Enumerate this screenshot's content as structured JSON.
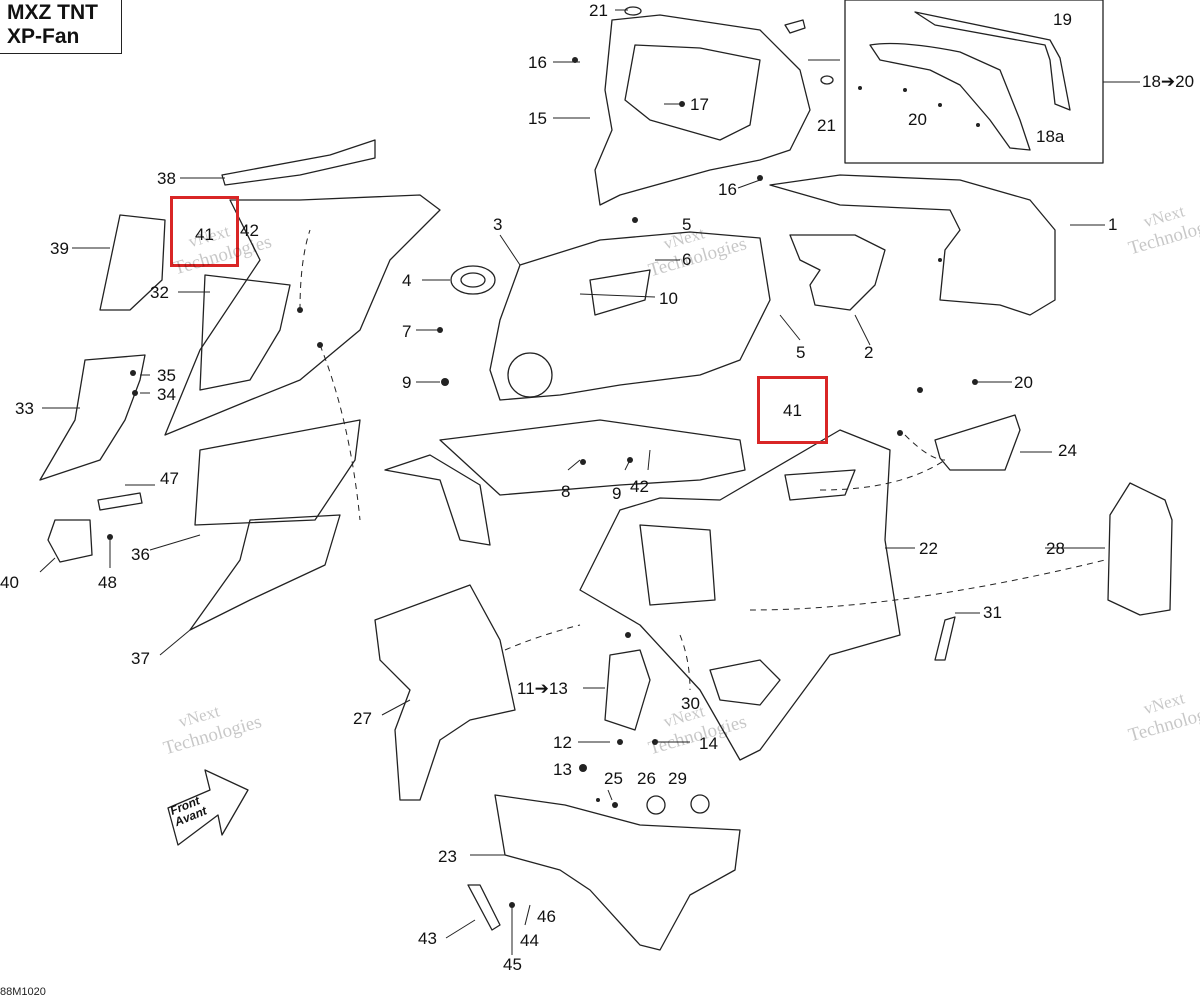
{
  "title": {
    "line1": "MXZ TNT",
    "line2": "XP-Fan"
  },
  "ref_code": "88M1020",
  "front_label": {
    "en": "Front",
    "fr": "Avant"
  },
  "highlight_color": "#d92626",
  "highlights": [
    {
      "label": "41"
    },
    {
      "label": "41"
    }
  ],
  "watermark": {
    "line1": "vNext",
    "line2": "Technologies"
  },
  "callouts": {
    "c1": "1",
    "c2": "2",
    "c3": "3",
    "c4": "4",
    "c5a": "5",
    "c5b": "5",
    "c6": "6",
    "c7": "7",
    "c8": "8",
    "c9a": "9",
    "c9b": "9",
    "c10": "10",
    "c11_13": "11➔13",
    "c12": "12",
    "c13": "13",
    "c14": "14",
    "c15": "15",
    "c16a": "16",
    "c16b": "16",
    "c17": "17",
    "c18_20": "18➔20",
    "c18a": "18a",
    "c19": "19",
    "c20a": "20",
    "c20b": "20",
    "c21a": "21",
    "c21b": "21",
    "c22": "22",
    "c23": "23",
    "c24": "24",
    "c25": "25",
    "c26": "26",
    "c27": "27",
    "c28": "28",
    "c29": "29",
    "c30": "30",
    "c31": "31",
    "c32": "32",
    "c33": "33",
    "c34": "34",
    "c35": "35",
    "c36": "36",
    "c37": "37",
    "c38": "38",
    "c39": "39",
    "c40": "40",
    "c42a": "42",
    "c42b": "42",
    "c43": "43",
    "c44": "44",
    "c45": "45",
    "c46": "46",
    "c47": "47",
    "c48": "48"
  }
}
